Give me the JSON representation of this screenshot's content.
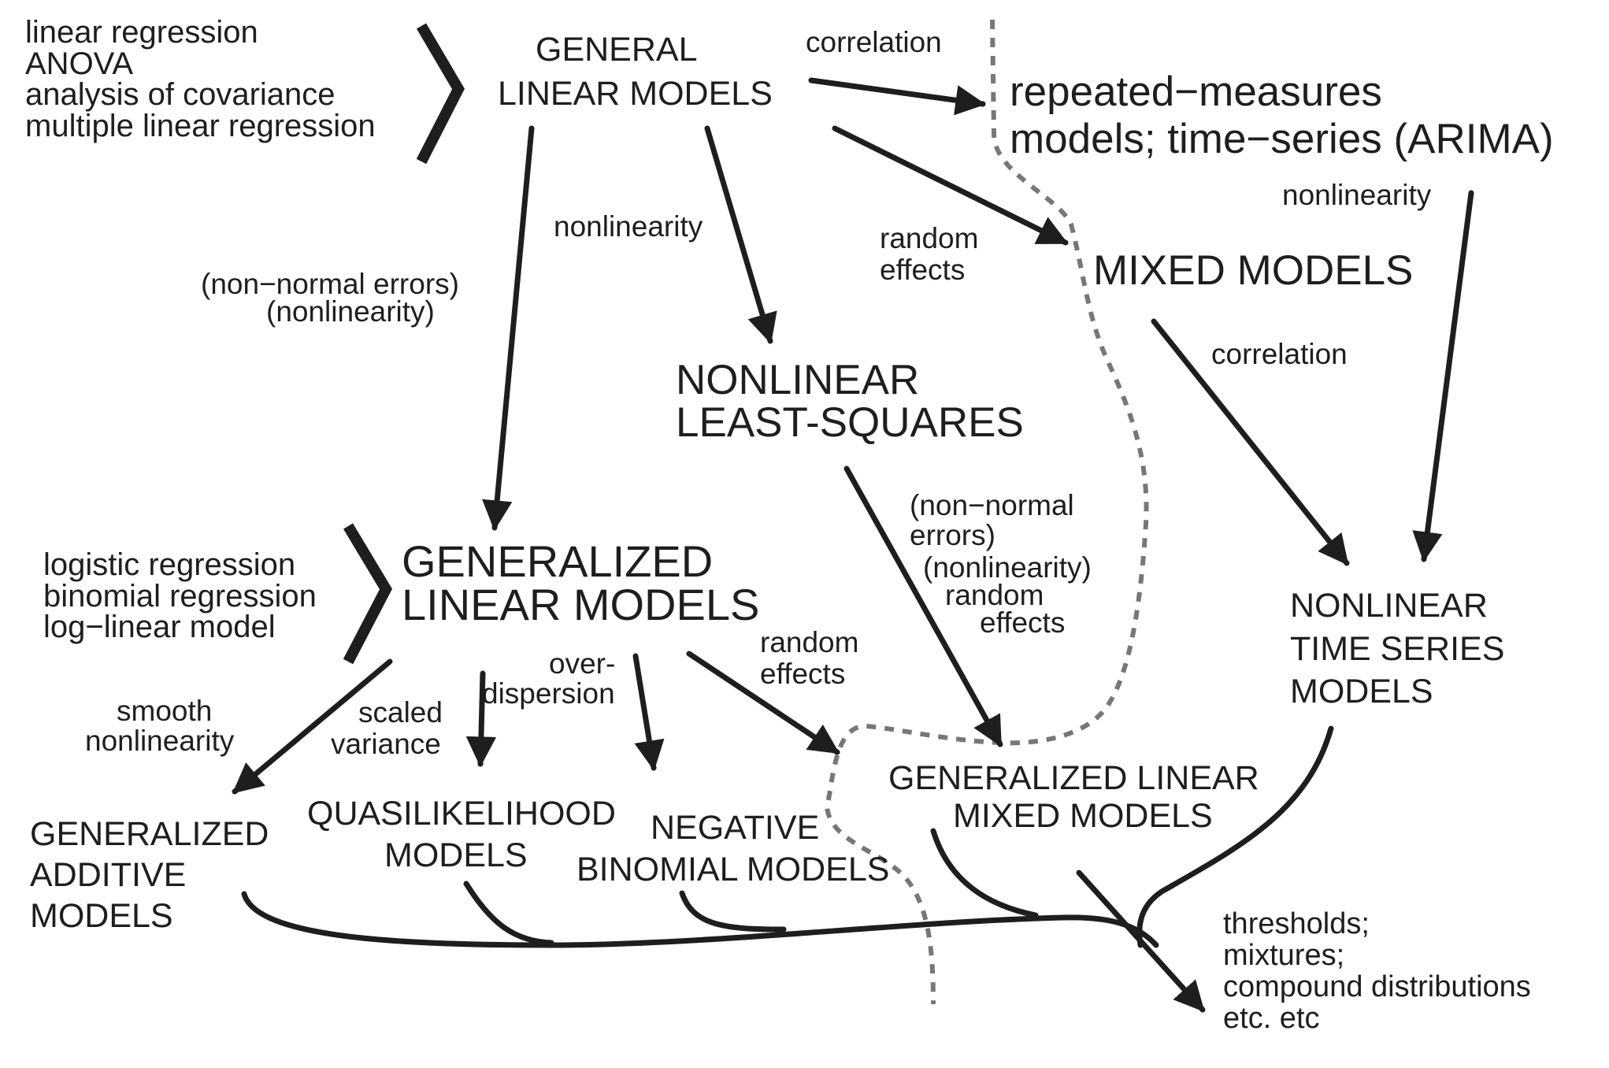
{
  "colors": {
    "ink": "#1e1e1e",
    "dashed_boundary": "#777777",
    "background": "#ffffff"
  },
  "examples": {
    "general_linear": [
      "linear regression",
      "ANOVA",
      "analysis of covariance",
      "multiple linear regression"
    ],
    "generalized_linear": [
      "logistic regression",
      "binomial regression",
      "log−linear model"
    ]
  },
  "nodes": {
    "general_linear_models": [
      "GENERAL",
      "LINEAR MODELS"
    ],
    "repeated_measures": [
      "repeated−measures",
      "models; time−series (ARIMA)"
    ],
    "mixed_models": [
      "MIXED MODELS"
    ],
    "nonlinear_least_squares": [
      "NONLINEAR",
      "LEAST-SQUARES"
    ],
    "generalized_linear_models": [
      "GENERALIZED",
      "LINEAR MODELS"
    ],
    "nonlinear_time_series": [
      "NONLINEAR",
      "TIME SERIES",
      "MODELS"
    ],
    "generalized_additive": [
      "GENERALIZED",
      "ADDITIVE",
      "MODELS"
    ],
    "quasilikelihood": [
      "QUASILIKELIHOOD",
      "MODELS"
    ],
    "negative_binomial": [
      "NEGATIVE",
      "BINOMIAL MODELS"
    ],
    "glmm": [
      "GENERALIZED LINEAR",
      "MIXED MODELS"
    ],
    "extensions": [
      "thresholds;",
      "mixtures;",
      "compound distributions",
      "etc. etc"
    ]
  },
  "edges": {
    "glm_to_repeated": [
      "correlation"
    ],
    "glm_to_nls": [
      "nonlinearity"
    ],
    "glm_to_mixed": [
      "random",
      "effects"
    ],
    "glm_to_generalized": [
      "(non−normal errors)",
      "(nonlinearity)"
    ],
    "repeated_to_nlts": [
      "nonlinearity"
    ],
    "mixed_to_nlts": [
      "correlation"
    ],
    "nls_to_glmm": [
      "(non−normal",
      "errors)",
      "(nonlinearity)",
      "random",
      "effects"
    ],
    "generalized_to_gam": [
      "smooth",
      "nonlinearity"
    ],
    "generalized_to_quasi": [
      "scaled",
      "variance"
    ],
    "generalized_to_negbin": [
      "over-",
      "dispersion"
    ],
    "generalized_to_glmm": [
      "random",
      "effects"
    ]
  }
}
